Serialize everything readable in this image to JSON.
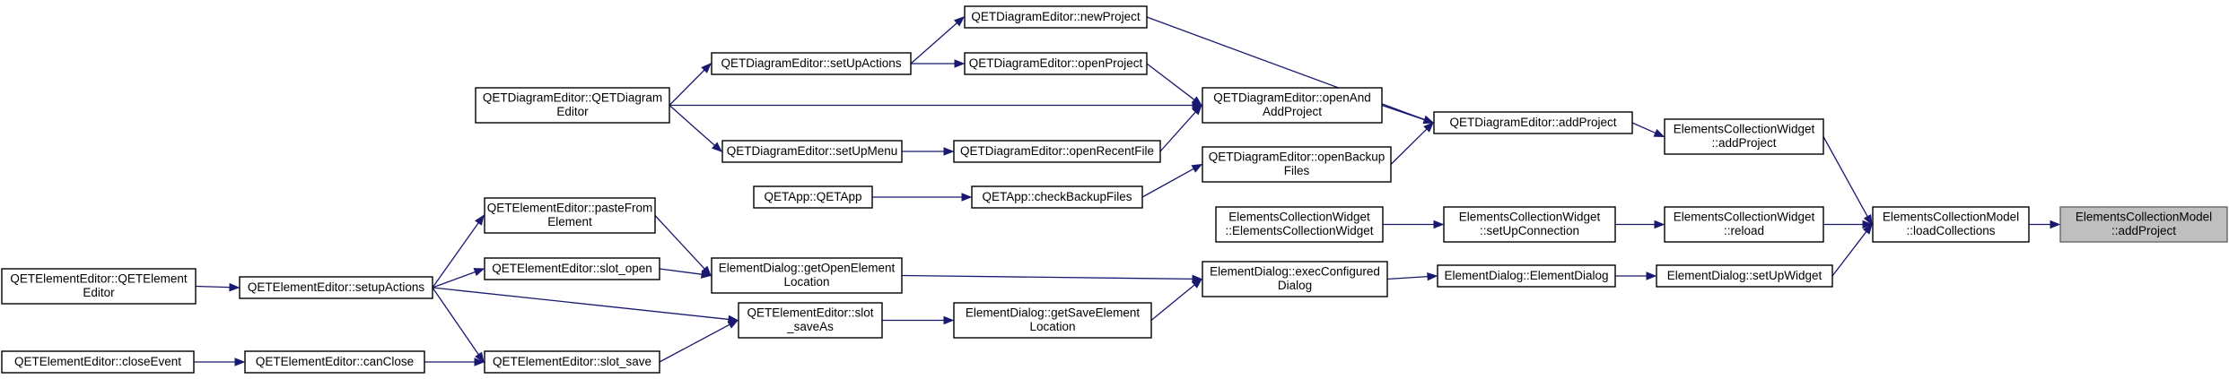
{
  "graph": {
    "edge_color": "#191970",
    "highlight_fill": "#bfbfbf",
    "nodes": [
      {
        "id": "n1",
        "lines": [
          "ElementsCollectionModel",
          "::addProject"
        ],
        "highlight": true
      },
      {
        "id": "n2",
        "lines": [
          "ElementsCollectionModel",
          "::loadCollections"
        ]
      },
      {
        "id": "n3",
        "lines": [
          "ElementsCollectionWidget",
          "::addProject"
        ]
      },
      {
        "id": "n4",
        "lines": [
          "QETDiagramEditor::addProject"
        ]
      },
      {
        "id": "n5",
        "lines": [
          "QETDiagramEditor::newProject"
        ]
      },
      {
        "id": "n6",
        "lines": [
          "QETDiagramEditor::setUpActions"
        ]
      },
      {
        "id": "n7",
        "lines": [
          "QETDiagramEditor::QETDiagram",
          "Editor"
        ]
      },
      {
        "id": "n8",
        "lines": [
          "QETDiagramEditor::openAnd",
          "AddProject"
        ]
      },
      {
        "id": "n9",
        "lines": [
          "QETDiagramEditor::openProject"
        ]
      },
      {
        "id": "n10",
        "lines": [
          "QETDiagramEditor::openRecentFile"
        ]
      },
      {
        "id": "n11",
        "lines": [
          "QETDiagramEditor::setUpMenu"
        ]
      },
      {
        "id": "n12",
        "lines": [
          "QETDiagramEditor::openBackup",
          "Files"
        ]
      },
      {
        "id": "n13",
        "lines": [
          "QETApp::checkBackupFiles"
        ]
      },
      {
        "id": "n14",
        "lines": [
          "QETApp::QETApp"
        ]
      },
      {
        "id": "n15",
        "lines": [
          "ElementsCollectionWidget",
          "::reload"
        ]
      },
      {
        "id": "n16",
        "lines": [
          "ElementsCollectionWidget",
          "::setUpConnection"
        ]
      },
      {
        "id": "n17",
        "lines": [
          "ElementsCollectionWidget",
          "::ElementsCollectionWidget"
        ]
      },
      {
        "id": "n18",
        "lines": [
          "ElementDialog::setUpWidget"
        ]
      },
      {
        "id": "n19",
        "lines": [
          "ElementDialog::ElementDialog"
        ]
      },
      {
        "id": "n20",
        "lines": [
          "ElementDialog::execConfigured",
          "Dialog"
        ]
      },
      {
        "id": "n21",
        "lines": [
          "ElementDialog::getOpenElement",
          "Location"
        ]
      },
      {
        "id": "n22",
        "lines": [
          "QETElementEditor::pasteFrom",
          "Element"
        ]
      },
      {
        "id": "n23",
        "lines": [
          "QETElementEditor::setupActions"
        ]
      },
      {
        "id": "n24",
        "lines": [
          "QETElementEditor::QETElement",
          "Editor"
        ]
      },
      {
        "id": "n25",
        "lines": [
          "QETElementEditor::slot_open"
        ]
      },
      {
        "id": "n26",
        "lines": [
          "ElementDialog::getSaveElement",
          "Location"
        ]
      },
      {
        "id": "n27",
        "lines": [
          "QETElementEditor::slot",
          "_saveAs"
        ]
      },
      {
        "id": "n28",
        "lines": [
          "QETElementEditor::slot_save"
        ]
      },
      {
        "id": "n29",
        "lines": [
          "QETElementEditor::canClose"
        ]
      },
      {
        "id": "n30",
        "lines": [
          "QETElementEditor::closeEvent"
        ]
      }
    ],
    "edges": [
      {
        "from": "n2",
        "to": "n1"
      },
      {
        "from": "n3",
        "to": "n2"
      },
      {
        "from": "n15",
        "to": "n2"
      },
      {
        "from": "n18",
        "to": "n2"
      },
      {
        "from": "n4",
        "to": "n3"
      },
      {
        "from": "n5",
        "to": "n4"
      },
      {
        "from": "n8",
        "to": "n4"
      },
      {
        "from": "n12",
        "to": "n4"
      },
      {
        "from": "n6",
        "to": "n5"
      },
      {
        "from": "n7",
        "to": "n6"
      },
      {
        "from": "n7",
        "to": "n8"
      },
      {
        "from": "n9",
        "to": "n8"
      },
      {
        "from": "n10",
        "to": "n8"
      },
      {
        "from": "n6",
        "to": "n9"
      },
      {
        "from": "n7",
        "to": "n11"
      },
      {
        "from": "n11",
        "to": "n10"
      },
      {
        "from": "n13",
        "to": "n12"
      },
      {
        "from": "n14",
        "to": "n13"
      },
      {
        "from": "n16",
        "to": "n15"
      },
      {
        "from": "n17",
        "to": "n16"
      },
      {
        "from": "n19",
        "to": "n18"
      },
      {
        "from": "n20",
        "to": "n19"
      },
      {
        "from": "n21",
        "to": "n20"
      },
      {
        "from": "n26",
        "to": "n20"
      },
      {
        "from": "n22",
        "to": "n21"
      },
      {
        "from": "n25",
        "to": "n21"
      },
      {
        "from": "n23",
        "to": "n22"
      },
      {
        "from": "n23",
        "to": "n25"
      },
      {
        "from": "n23",
        "to": "n27"
      },
      {
        "from": "n23",
        "to": "n28"
      },
      {
        "from": "n24",
        "to": "n23"
      },
      {
        "from": "n27",
        "to": "n26"
      },
      {
        "from": "n28",
        "to": "n27"
      },
      {
        "from": "n29",
        "to": "n28"
      },
      {
        "from": "n30",
        "to": "n29"
      }
    ]
  }
}
